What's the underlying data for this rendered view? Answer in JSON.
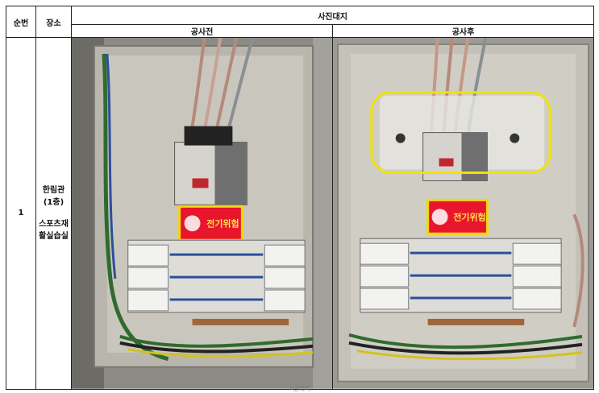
{
  "table": {
    "col_no": "순번",
    "col_place": "장소",
    "col_photos": "사진대지",
    "col_before": "공사전",
    "col_after": "공사후"
  },
  "rows": [
    {
      "no": "1",
      "place_line1": "한림관",
      "place_line2": "(1층)",
      "place_line3": "스포츠재",
      "place_line4": "활실습실",
      "before_warning": "전기위험",
      "after_warning": "전기위험"
    }
  ],
  "footer": {
    "caption": "사진대지"
  },
  "colors": {
    "highlight": "#f2e200",
    "warning_bg": "#e8162c",
    "warning_text": "#ffe14d"
  }
}
